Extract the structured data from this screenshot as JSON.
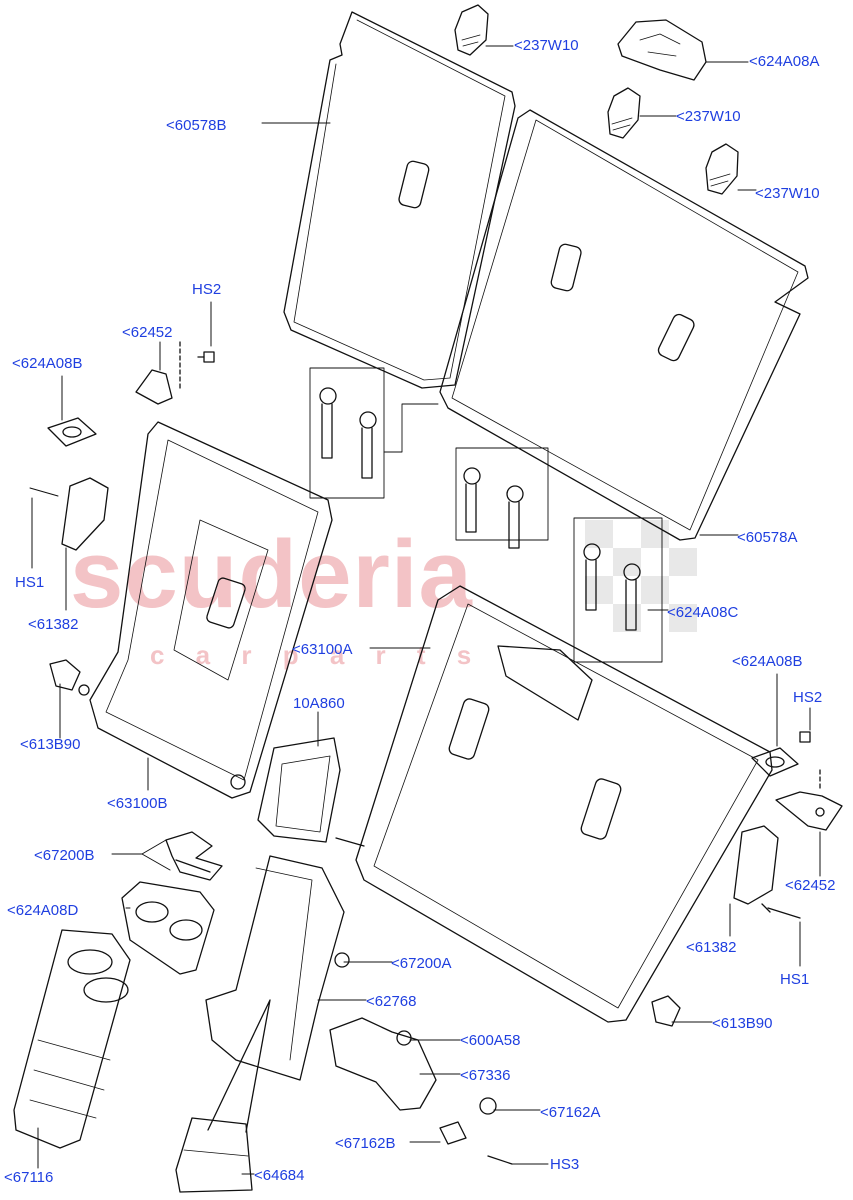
{
  "watermark": {
    "brand": "scuderia",
    "sub": "c a r p a r t s"
  },
  "colors": {
    "label": "#1f3fe0",
    "line": "#111111",
    "watermark": "#f3c3c6"
  },
  "callouts": [
    {
      "id": "237W10-a",
      "text": "<237W10"
    },
    {
      "id": "624A08A",
      "text": "<624A08A"
    },
    {
      "id": "237W10-b",
      "text": "<237W10"
    },
    {
      "id": "237W10-c",
      "text": "<237W10"
    },
    {
      "id": "60578B",
      "text": "<60578B"
    },
    {
      "id": "HS2-left",
      "text": "HS2"
    },
    {
      "id": "62452-left",
      "text": "<62452"
    },
    {
      "id": "624A08B-left",
      "text": "<624A08B"
    },
    {
      "id": "HS1-left",
      "text": "HS1"
    },
    {
      "id": "61382-left",
      "text": "<61382"
    },
    {
      "id": "60578A",
      "text": "<60578A"
    },
    {
      "id": "624A08C",
      "text": "<624A08C"
    },
    {
      "id": "63100A",
      "text": "<63100A"
    },
    {
      "id": "624A08B-right",
      "text": "<624A08B"
    },
    {
      "id": "HS2-right",
      "text": "HS2"
    },
    {
      "id": "613B90-left",
      "text": "<613B90"
    },
    {
      "id": "10A860",
      "text": "10A860"
    },
    {
      "id": "63100B",
      "text": "<63100B"
    },
    {
      "id": "62452-right",
      "text": "<62452"
    },
    {
      "id": "67200B",
      "text": "<67200B"
    },
    {
      "id": "624A08D",
      "text": "<624A08D"
    },
    {
      "id": "61382-right",
      "text": "<61382"
    },
    {
      "id": "67200A",
      "text": "<67200A"
    },
    {
      "id": "HS1-right",
      "text": "HS1"
    },
    {
      "id": "62768",
      "text": "<62768"
    },
    {
      "id": "613B90-right",
      "text": "<613B90"
    },
    {
      "id": "600A58",
      "text": "<600A58"
    },
    {
      "id": "67336",
      "text": "<67336"
    },
    {
      "id": "67162A",
      "text": "<67162A"
    },
    {
      "id": "67162B",
      "text": "<67162B"
    },
    {
      "id": "HS3",
      "text": "HS3"
    },
    {
      "id": "67116",
      "text": "<67116"
    },
    {
      "id": "64684",
      "text": "<64684"
    }
  ]
}
